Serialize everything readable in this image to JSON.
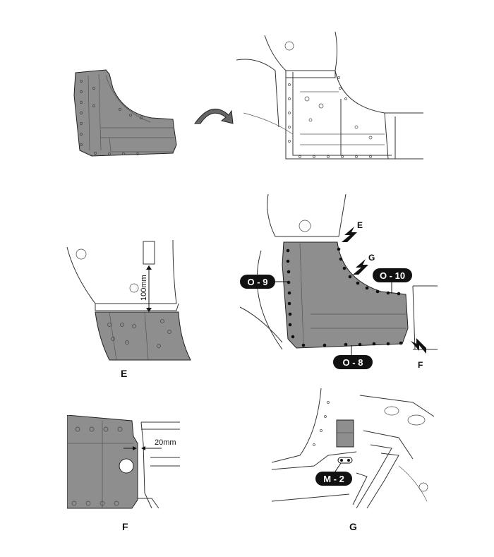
{
  "figures": {
    "e": {
      "letter": "E",
      "dimension": "100mm"
    },
    "f": {
      "letter": "F",
      "dimension": "20mm"
    },
    "g": {
      "letter": "G",
      "weld_label": "M - 2"
    }
  },
  "main_view": {
    "arrows": {
      "e": "E",
      "g": "G",
      "f": "F"
    },
    "weld_labels": {
      "o9": "O - 9",
      "o10": "O - 10",
      "o8": "O - 8"
    }
  },
  "colors": {
    "panel": "#8e8e8e",
    "line": "#333333",
    "label_bg": "#111111",
    "label_text": "#ffffff"
  },
  "icons": [
    "curved-arrow-icon",
    "pointer-arrow-icon"
  ]
}
